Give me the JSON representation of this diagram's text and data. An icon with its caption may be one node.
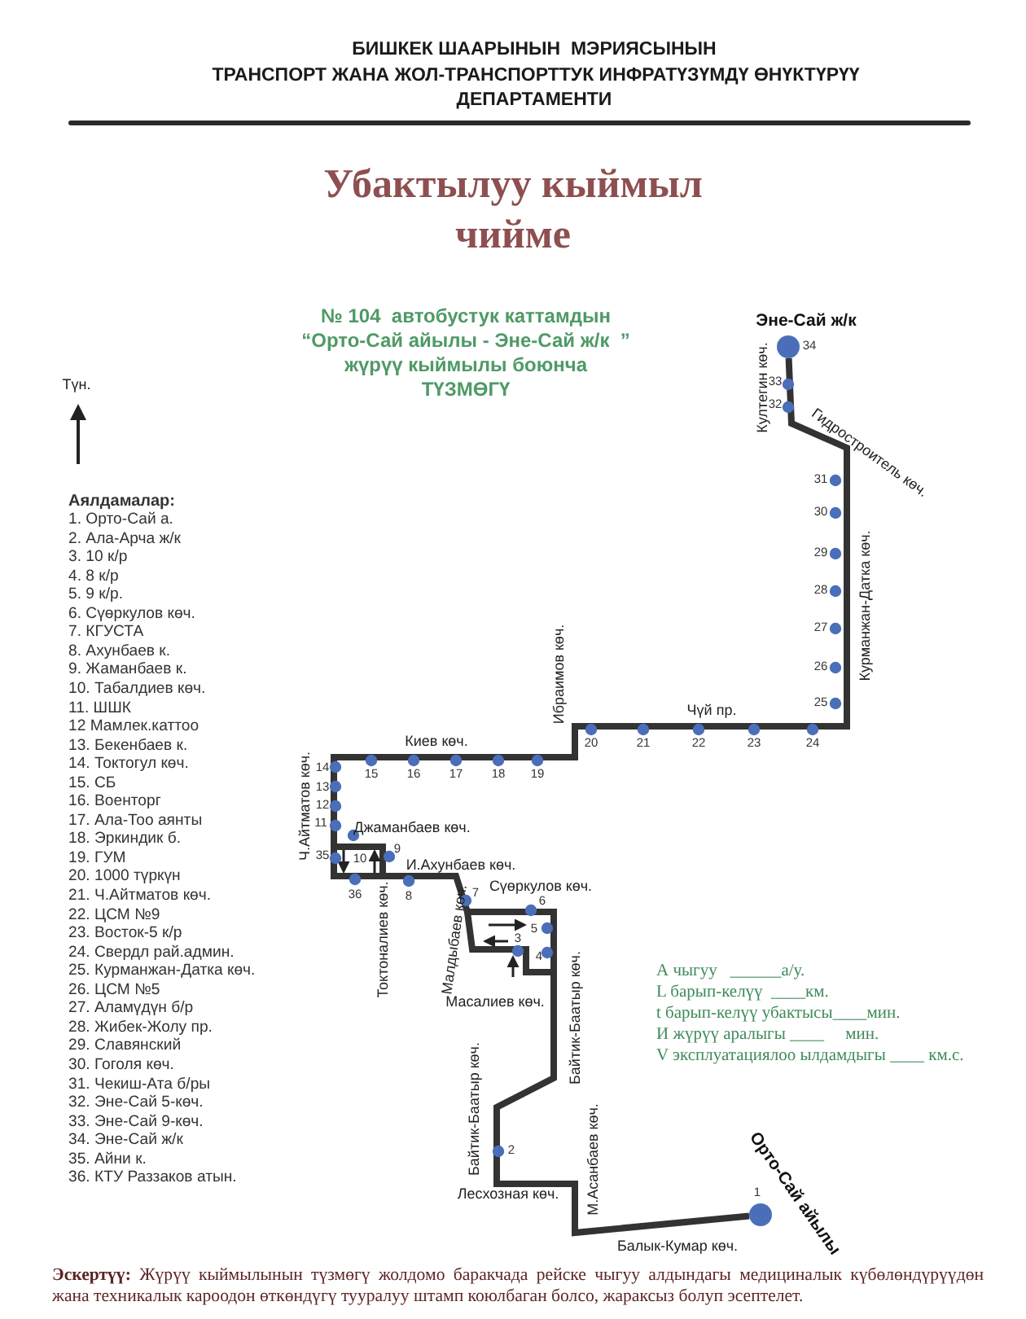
{
  "diagram": {
    "title": "Убактылуу кыймыл чийме",
    "caption": "**Эскертүү:** Жүрүү кыймылынын түзмөгү жолдомо баракчада рейске чыгуу алдындагы медициналык күбөлөндүрүүдөн жана техникалык кароодон өткөндүгү тууралуу штамп коюлбаган болсо, жараксыз болуп эсептелет.",
    "nodes": [
      {
        "text": [],
        "shape": "circle",
        "beside": [
          "34"
        ]
      },
      {
        "text": [],
        "shape": "circle",
        "beside": [
          "1"
        ]
      }
    ],
    "edges": [
      {
        "from": 1,
        "to": 0,
        "arrow": "none"
      }
    ],
    "labels": [
      "БИШКЕК ШААРЫНЫН  МЭРИЯСЫНЫН",
      "ТРАНСПОРТ ЖАНА ЖОЛ-ТРАНСПОРТТУК ИНФРАТҮЗҮМДҮ ӨНҮКТҮРҮҮ",
      "ДЕПАРТАМЕНТИ",
      "№ 104  автобустук каттамдын",
      "“Орто-Сай айылы - Эне-Сай ж/к  ”",
      "жүрүү кыймылы боюнча",
      "Түн.",
      "ТҮЗМӨГҮ",
      "Аялдамалар:",
      "1. Орто-Сай а.",
      "2. Ала-Арча ж/к",
      "3. 10 к/р",
      "4. 8 к/р",
      "5. 9 к/р.",
      "6. Сүөркулов көч.",
      "7. КГУСТА",
      "8. Ахунбаев к.",
      "9. Жаманбаев к.",
      "10. Табалдиев көч.",
      "11. ШШК",
      "12 Мамлек.каттоо",
      "13. Бекенбаев к.",
      "14. Токтогул көч.",
      "15. СБ",
      "16. Военторг",
      "17. Ала-Тоо аянты",
      "18. Эркиндик б.",
      "19. ГУМ",
      "20. 1000 түркүн",
      "21. Ч.Айтматов көч.",
      "22. ЦСМ №9",
      "23. Восток-5 к/р",
      "24. Свердл рай.админ.",
      "25. Курманжан-Датка көч.",
      "26. ЦСМ №5",
      "27. Аламүдүн б/р",
      "28. Жибек-Жолу пр.",
      "29. Славянский",
      "30. Гоголя көч.",
      "31. Чекиш-Ата б/ры",
      "32. Эне-Сай 5-көч.",
      "33. Эне-Сай 9-көч.",
      "34. Эне-Сай ж/к",
      "35. Айни к.",
      "36. КТУ Раззаков атын.",
      "Эне-Сай ж/к",
      "Култегин көч.",
      "33",
      "32",
      "Гидростроитель көч.",
      "31",
      "30",
      "29",
      "Курманжан-Датка көч.",
      "28",
      "27",
      "26",
      "25",
      "Ибраимов көч.",
      "Чүй пр.",
      "Киев көч.",
      "20",
      "21",
      "22",
      "23",
      "24",
      "14",
      "13",
      "12",
      "11",
      "Ч.Айтматов көч.",
      "15",
      "16",
      "17",
      "18",
      "19",
      "Джаманбаев көч.",
      "35",
      "10",
      "9",
      "И.Ахунбаев көч.",
      "36",
      "Токтоналиев көч.",
      "8",
      "Малдыбаев көч.",
      "7",
      "Сүөркулов көч.",
      "6",
      "5",
      "3",
      "4",
      "Масалиев көч.",
      "Байтик-Баатыр көч.",
      "А чыгуу   ______а/у.",
      "L барып-келүү  ____км.",
      "t барып-келүү убактысы____мин.",
      "И жүрүү аралыгы ____     мин.",
      "V эксплуатациялоо ылдамдыгы ____ км.с.",
      "Байтик-Баатыр көч.",
      "2",
      "М.Асанбаев көч.",
      "Лесхозная көч.",
      "Орто-Сай айылы",
      "Балык-Кумар көч."
    ]
  }
}
